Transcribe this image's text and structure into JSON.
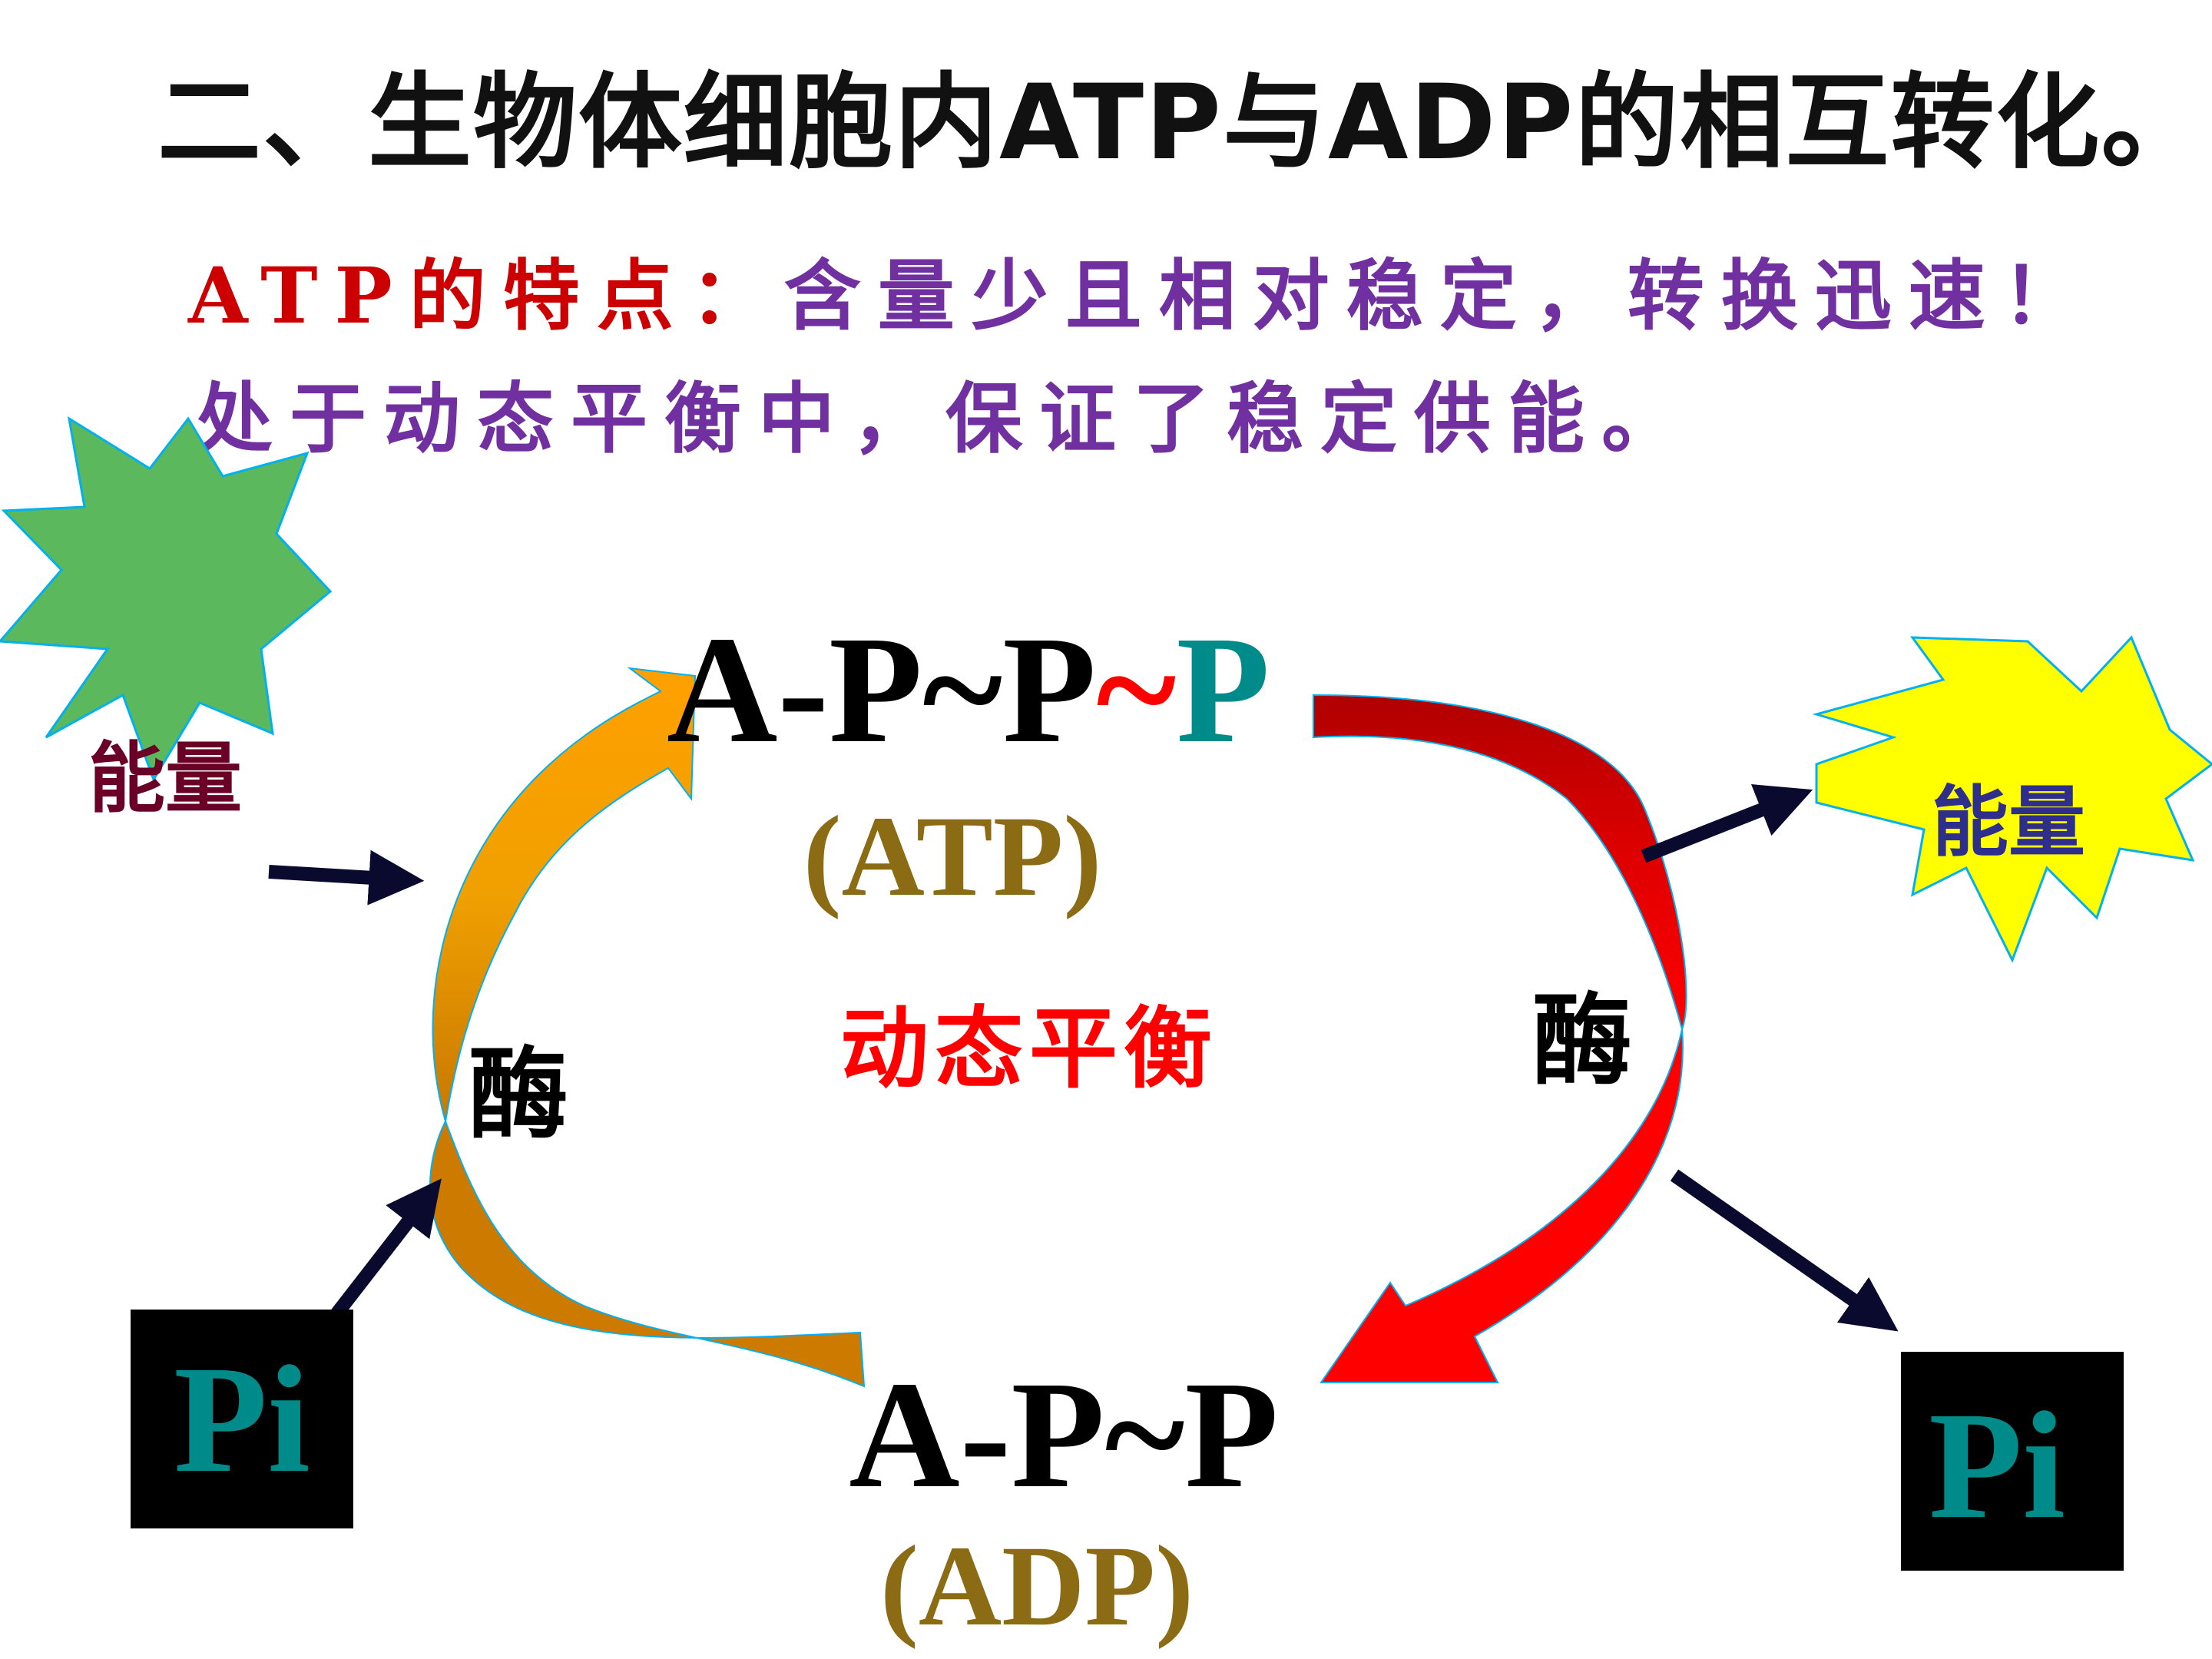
{
  "title": "二、生物体细胞内ATP与ADP的相互转化。",
  "features": {
    "label": "ATP的特点：",
    "text1": "含量少且相对稳定，转换迅速！",
    "text2": "处于动态平衡中，保证了稳定供能。"
  },
  "diagram": {
    "atp_formula_base": "A-P~P",
    "atp_formula_bond": "~",
    "atp_formula_last": "P",
    "atp_name": "(ATP)",
    "adp_formula": "A-P~P",
    "adp_name": "(ADP)",
    "center_label": "动态平衡",
    "enzyme_left": "酶",
    "enzyme_right": "酶",
    "energy_in": "能量",
    "energy_out": "能量",
    "pi_in": "Pi",
    "pi_out": "Pi"
  },
  "colors": {
    "burst_green": "#5cb85c",
    "burst_yellow": "#ffff00",
    "arrow_orange": "#ff9900",
    "arrow_brown": "#cc7a00",
    "arrow_red": "#ff0000",
    "arrow_darkred": "#c00000",
    "teal": "#008b8b",
    "olive": "#8b6b14",
    "navy_arrow": "#0a0a2e"
  }
}
